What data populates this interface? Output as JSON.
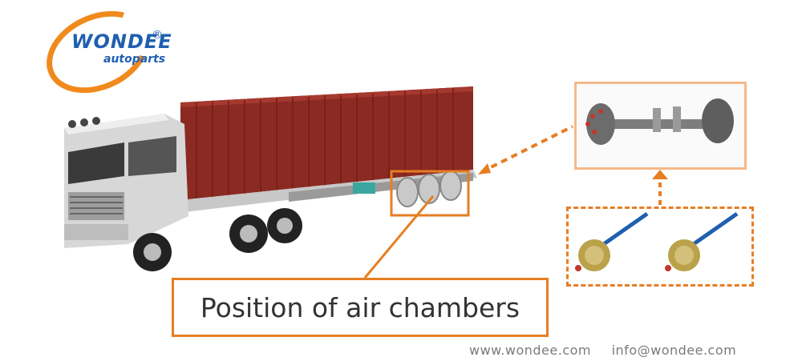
{
  "logo": {
    "brand": "WONDEE",
    "reg_mark": "®",
    "sub": "autoparts"
  },
  "caption": "Position of air chambers",
  "footer": {
    "website": "www.wondee.com",
    "email": "info@wondee.com"
  },
  "colors": {
    "accent_orange": "#e67e22",
    "light_orange": "#f5b98a",
    "logo_blue": "#1f5fb0",
    "container_red": "#8b2a22"
  }
}
